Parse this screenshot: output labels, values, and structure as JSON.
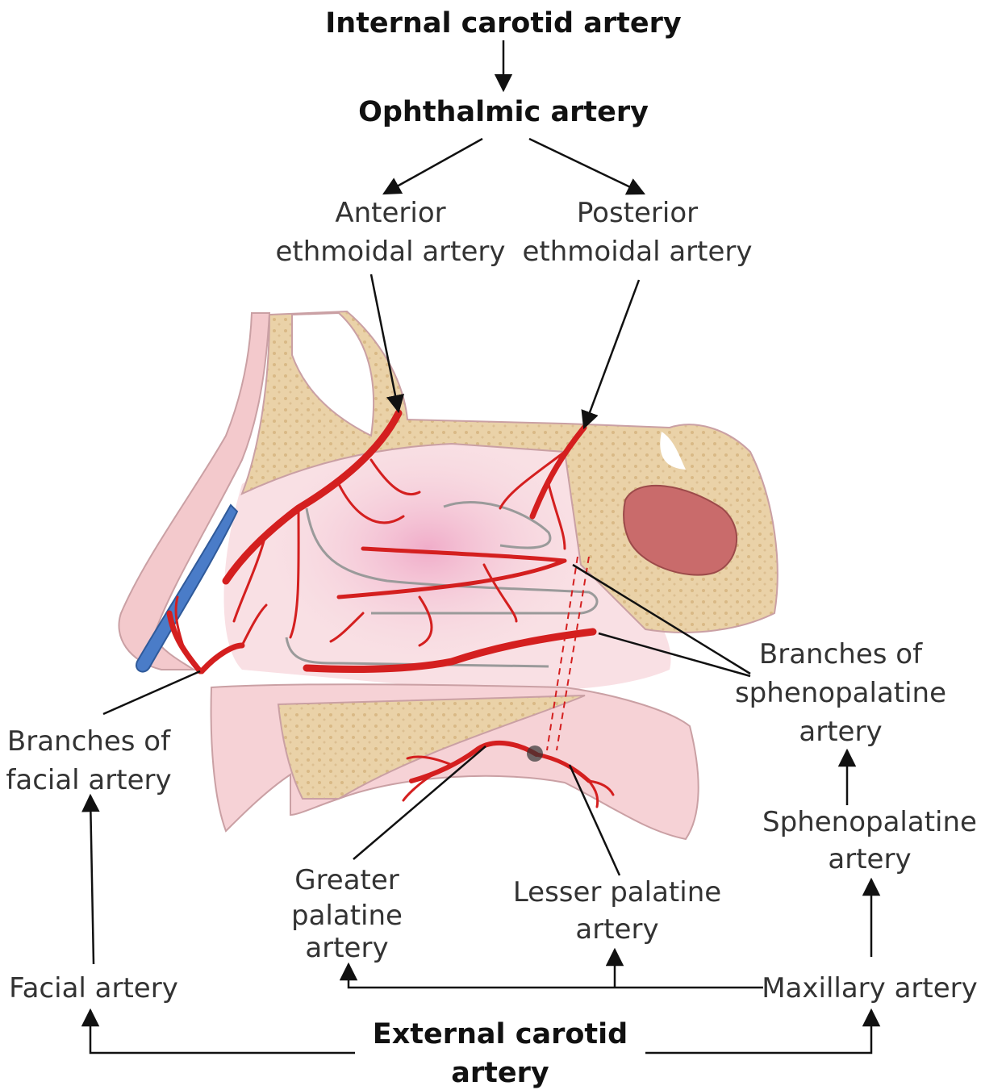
{
  "labels": {
    "internal_carotid": "Internal carotid artery",
    "ophthalmic": "Ophthalmic artery",
    "anterior_ethmoidal": [
      "Anterior",
      "ethmoidal artery"
    ],
    "posterior_ethmoidal": [
      "Posterior",
      "ethmoidal artery"
    ],
    "branches_spheno": [
      "Branches of",
      "sphenopalatine",
      "artery"
    ],
    "sphenopalatine": [
      "Sphenopalatine",
      "artery"
    ],
    "branches_facial": [
      "Branches of",
      "facial artery"
    ],
    "facial": "Facial artery",
    "greater_palatine": [
      "Greater",
      "palatine",
      "artery"
    ],
    "lesser_palatine": [
      "Lesser palatine",
      "artery"
    ],
    "maxillary": "Maxillary artery",
    "external_carotid": [
      "External carotid",
      "artery"
    ]
  },
  "colors": {
    "artery": "#d41f1f",
    "bone": "#ead2a8",
    "mucosa": "#f6d6d8",
    "cartilage": "#4a7cc8",
    "sinus": "#c96b6b",
    "arrow": "#111111"
  }
}
